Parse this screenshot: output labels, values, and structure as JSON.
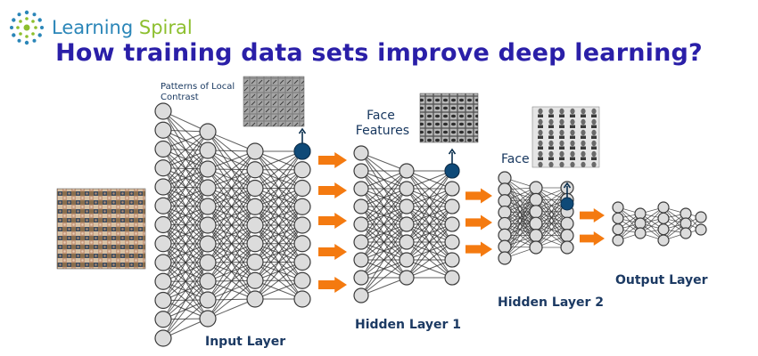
{
  "brand": {
    "word1": "Learning",
    "word2": "Spiral",
    "logo_icon": "sunburst-icon"
  },
  "title": "How training data sets improve deep learning?",
  "annotations": {
    "local_contrast": [
      "Patterns of Local",
      "Contrast"
    ],
    "face_features": [
      "Face",
      "Features"
    ],
    "face": "Face"
  },
  "layers": {
    "input": "Input Layer",
    "hidden1": "Hidden Layer 1",
    "hidden2": "Hidden Layer 2",
    "output": "Output Layer"
  },
  "colors": {
    "title": "#2a1fa8",
    "arrow": "#f47a10",
    "neuron_fill": "#dcdcdc",
    "highlight_neuron": "#0f4a78",
    "label": "#16365e"
  },
  "images": [
    "input-faces-image",
    "local-contrast-image",
    "face-features-image",
    "faces-image"
  ]
}
